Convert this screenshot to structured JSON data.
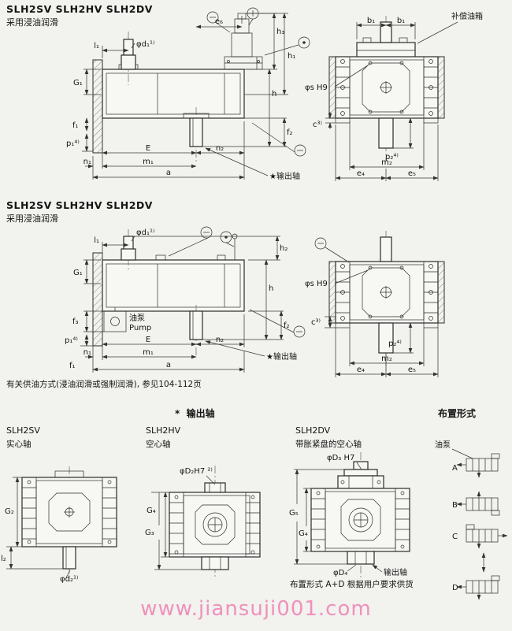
{
  "watermark": "www.jiansuji001.com",
  "supply_note": "有关供油方式(浸油润滑或强制润滑), 参见104-112页",
  "sections": {
    "top": {
      "title": "SLH2SV SLH2HV SLH2DV",
      "subtitle": "采用浸油润滑",
      "tank_label": "补偿油箱",
      "output_label": "★输出轴"
    },
    "mid": {
      "title": "SLH2SV SLH2HV SLH2DV",
      "subtitle": "采用浸油润滑",
      "pump_label_cn": "油泵",
      "pump_label_en": "Pump",
      "output_label": "★输出轴"
    },
    "bottom": {
      "output_header": "*  输出轴",
      "arrangement_header": "布置形式",
      "variants": [
        {
          "model": "SLH2SV",
          "desc": "实心轴"
        },
        {
          "model": "SLH2HV",
          "desc": "空心轴"
        },
        {
          "model": "SLH2DV",
          "desc": "带胀紧盘的空心轴"
        }
      ],
      "pump_label": "油泵",
      "arrangements": [
        "A",
        "B",
        "C",
        "D"
      ],
      "note": "布置形式 A+D 根据用户要求供货",
      "output_arrow_label": "输出轴"
    }
  },
  "dims": {
    "top_side": {
      "e6": "e₆",
      "h3": "h₃",
      "h1": "h₁",
      "h": "h",
      "f2": "f₂",
      "d1": "φd₁¹⁾",
      "l1": "l₁",
      "G1": "G₁",
      "f1": "f₁",
      "p1": "p₁⁴⁾",
      "n1": "n₁",
      "m1": "m₁",
      "a": "a",
      "E": "E",
      "n2": "n₂"
    },
    "top_front": {
      "b1a": "b₁",
      "b1b": "b₁",
      "s": "φs H9",
      "c": "c³⁾",
      "p2": "p₂⁴⁾",
      "m2": "m₂",
      "e4": "e₄",
      "e5": "e₅"
    },
    "mid_side": {
      "d1": "φd₁¹⁾",
      "l1": "l₁",
      "G1": "G₁",
      "h2": "h₂",
      "h": "h",
      "f2": "f₂",
      "f3": "f₃",
      "p1": "p₁⁴⁾",
      "n1": "n₁",
      "m1": "m₁",
      "f1": "f₁",
      "a": "a",
      "E": "E",
      "n2": "n₂"
    },
    "mid_front": {
      "s": "φs H9",
      "c": "c³⁾",
      "p2": "p₂⁴⁾",
      "m2": "m₂",
      "e4": "e₄",
      "e5": "e₅"
    },
    "sv": {
      "G2": "G₂",
      "l2": "l₂",
      "d2": "φd₂¹⁾"
    },
    "hv": {
      "D2": "φD₂H7 ²⁾",
      "G4": "G₄",
      "G3": "G₃"
    },
    "dv": {
      "D3": "φD₃ H7",
      "G5": "G₅",
      "G4": "G₄",
      "D4": "φD₄"
    }
  }
}
